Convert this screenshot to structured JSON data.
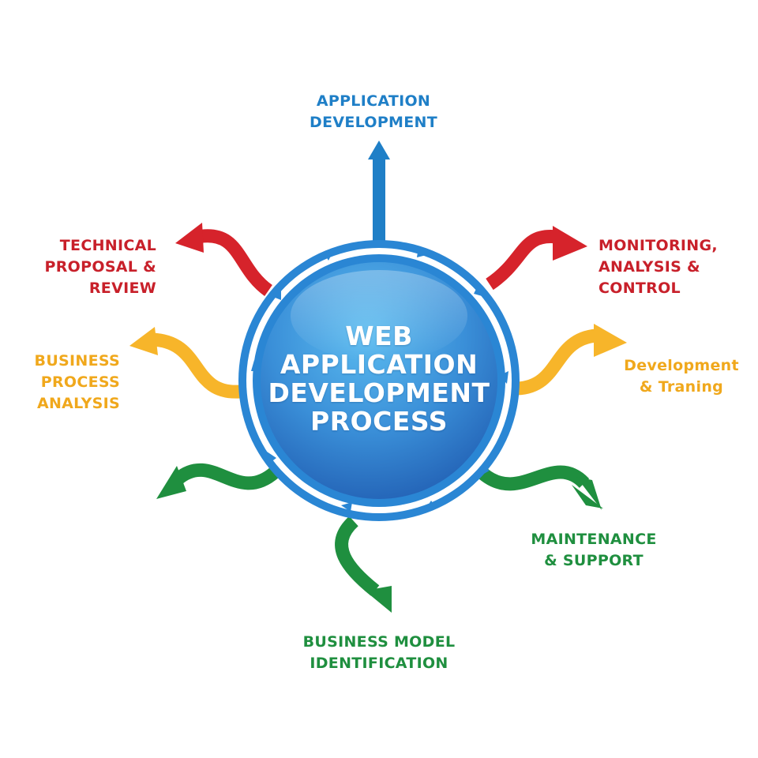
{
  "center": {
    "title_lines": [
      "WEB",
      "APPLICATION",
      "DEVELOPMENT",
      "PROCESS"
    ]
  },
  "stages": [
    {
      "id": "application-development",
      "lines": [
        "APPLICATION",
        "DEVELOPMENT"
      ],
      "color": "#1f7fc7"
    },
    {
      "id": "monitoring-analysis-control",
      "lines": [
        "MONITORING,",
        "ANALYSIS &",
        "CONTROL"
      ],
      "color": "#c8202a"
    },
    {
      "id": "development-training",
      "lines": [
        "Development",
        "& Traning"
      ],
      "color": "#f0a81c"
    },
    {
      "id": "maintenance-support",
      "lines": [
        "MAINTENANCE",
        "& SUPPORT"
      ],
      "color": "#1f8f3f"
    },
    {
      "id": "business-model-identification",
      "lines": [
        "BUSINESS MODEL",
        "IDENTIFICATION"
      ],
      "color": "#1f8f3f"
    },
    {
      "id": "business-process-analysis",
      "lines": [
        "BUSINESS",
        "PROCESS",
        "ANALYSIS"
      ],
      "color": "#f0a81c"
    },
    {
      "id": "technical-proposal-review",
      "lines": [
        "TECHNICAL",
        "PROPOSAL &",
        "REVIEW"
      ],
      "color": "#c8202a"
    }
  ],
  "colors": {
    "circle_light": "#56b4ea",
    "circle_dark": "#2466b8",
    "ring": "#2a86d4",
    "blue": "#1f7fc7",
    "red": "#c8202a",
    "yellow": "#f7b52a",
    "green": "#1f8f3f"
  }
}
